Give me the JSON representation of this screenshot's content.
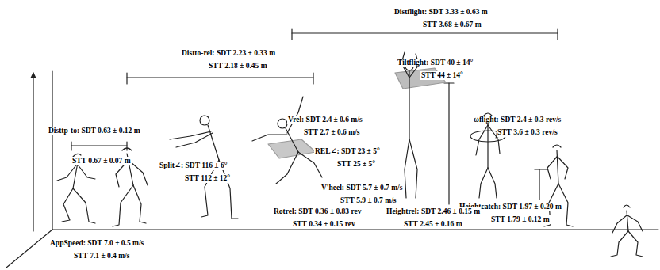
{
  "diagram": {
    "labels": [
      "Distflight: SDT 3.33 ± 0.63 m",
      "STT 3.68 ± 0.67 m",
      "Distto-rel: SDT 2.23 ± 0.33 m",
      "STT 2.18 ± 0.45 m",
      "Tiltflight: SDT 40 ± 14°",
      "STT 44 ± 14°",
      "Vrel: SDT 2.4 ± 0.6 m/s",
      "STT 2.7 ± 0.6 m/s",
      "ωflight: SDT 2.4 ± 0.3 rev/s",
      "STT 3.6 ± 0.3 rev/s",
      "Disttp-to: SDT 0.63 ± 0.12 m",
      "STT 0.67 ± 0.07 m",
      "REL∠: SDT 23 ± 5°",
      "STT 25 ± 5°",
      "Split∠: SDT 116 ± 6°",
      "STT 112 ± 12°",
      "V'heel: SDT 5.7 ± 0.7 m/s",
      "STT 5.9 ± 0.7 m/s",
      "Heightcatch: SDT 1.97 ± 0.20 m",
      "STT 1.79 ± 0.12 m",
      "Rotrel: SDT 0.36 ± 0.83 rev",
      "STT 0.34 ± 0.15 rev",
      "Heightrel: SDT 2.46 ± 0.15 m",
      "STT 2.45 ± 0.16 m",
      "AppSpeed: SDT 7.0 ± 0.5 m/s",
      "STT 7.1 ± 0.4 m/s"
    ]
  }
}
